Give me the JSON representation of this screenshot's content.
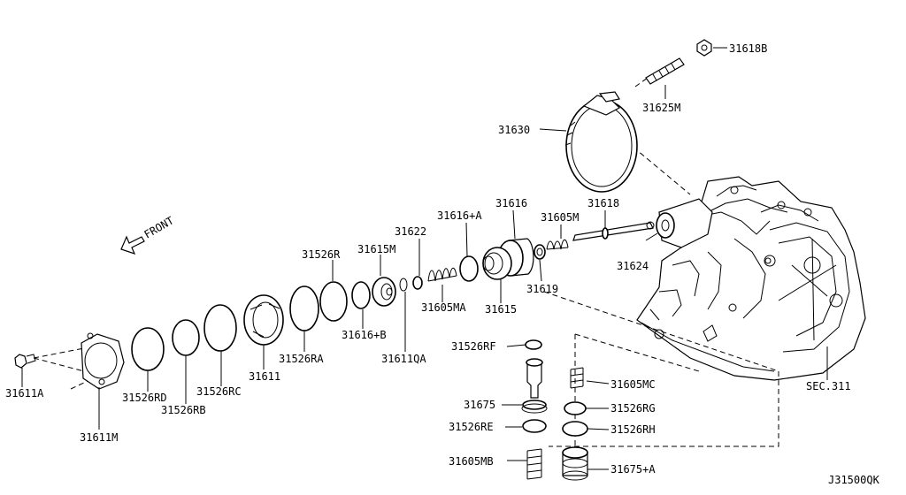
{
  "diagram": {
    "direction_label": "FRONT",
    "reference_code": "J31500QK",
    "labels": {
      "p31618B": "31618B",
      "p31625M": "31625M",
      "p31630": "31630",
      "p31616": "31616",
      "p31616A": "31616+A",
      "p31605M": "31605M",
      "p31618": "31618",
      "p31622": "31622",
      "p31615M": "31615M",
      "p31526R": "31526R",
      "p31624": "31624",
      "p31619": "31619",
      "p31605MA": "31605MA",
      "p31615": "31615",
      "p31616B": "31616+B",
      "p31526RA": "31526RA",
      "p31611QA": "31611QA",
      "p31611": "31611",
      "p31526RC": "31526RC",
      "p31526RD": "31526RD",
      "p31526RB": "31526RB",
      "p31611A": "31611A",
      "p31611M": "31611M",
      "p31526RF": "31526RF",
      "p31675": "31675",
      "p31526RE": "31526RE",
      "p31605MB": "31605MB",
      "p31605MC": "31605MC",
      "p31526RG": "31526RG",
      "p31526RH": "31526RH",
      "p31675A": "31675+A",
      "sec311": "SEC.311"
    }
  }
}
